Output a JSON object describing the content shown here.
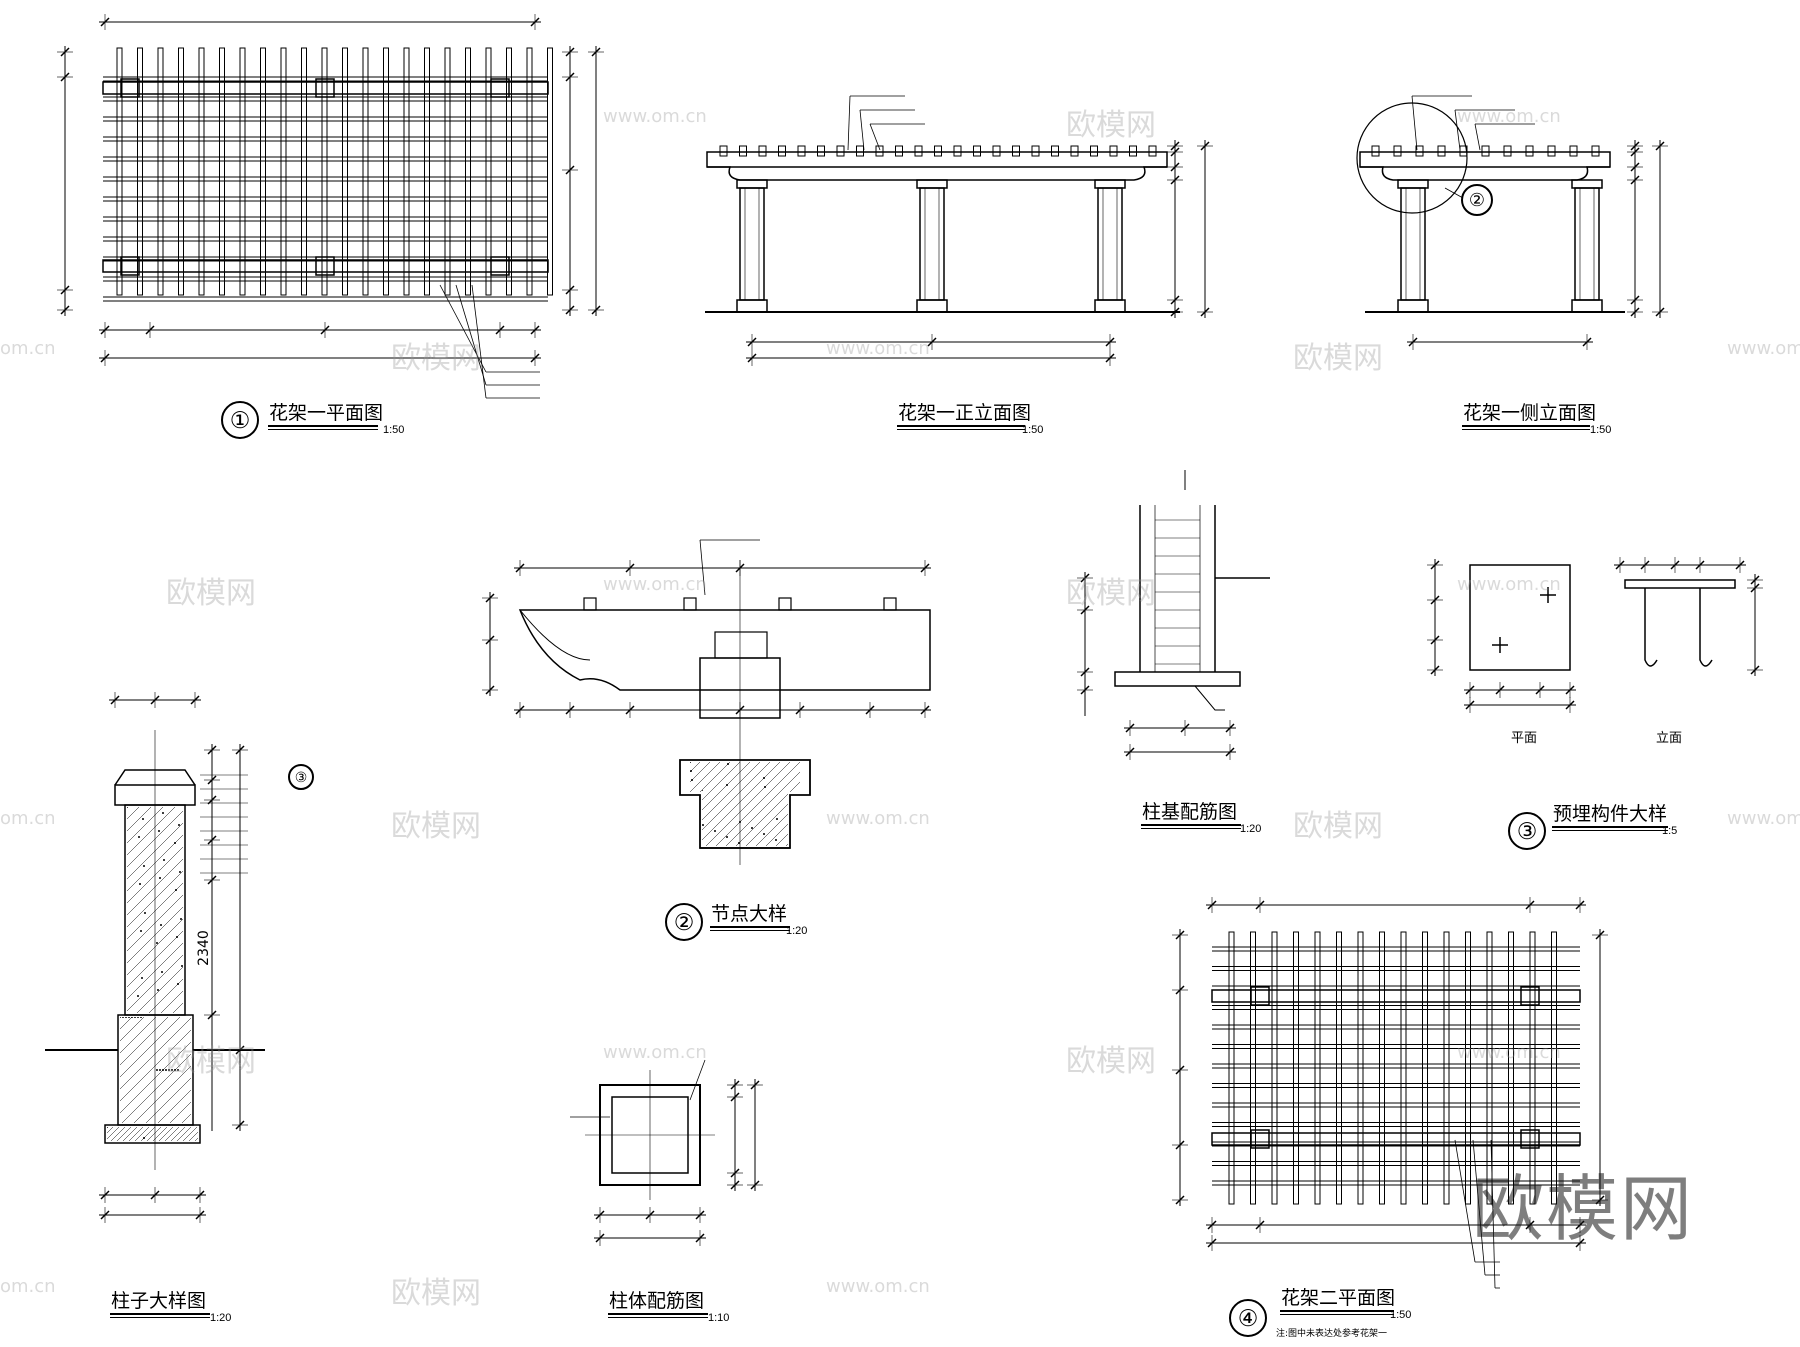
{
  "drawings": {
    "plan1": {
      "number": "①",
      "title": "花架一平面图",
      "scale": "1:50"
    },
    "front": {
      "title": "花架一正立面图",
      "scale": "1:50"
    },
    "side": {
      "title": "花架一侧立面图",
      "scale": "1:50"
    },
    "node": {
      "number": "②",
      "title": "节点大样",
      "scale": "1:20"
    },
    "base": {
      "title": "柱基配筋图",
      "scale": "1:20"
    },
    "embed": {
      "number": "③",
      "title": "预埋构件大样",
      "scale": "1:5",
      "plan_label": "平面",
      "elev_label": "立面"
    },
    "column": {
      "title": "柱子大样图",
      "scale": "1:20",
      "dimension": "2340"
    },
    "section": {
      "title": "柱体配筋图",
      "scale": "1:10"
    },
    "plan2": {
      "number": "④",
      "title": "花架二平面图",
      "scale": "1:50",
      "note": "注:图中未表达处参考花架一"
    }
  },
  "callouts": {
    "node_ref": "②",
    "embed_ref": "③"
  },
  "watermarks": {
    "text": "欧模网",
    "url": "www.om.cn",
    "url_short": "om.cn"
  }
}
